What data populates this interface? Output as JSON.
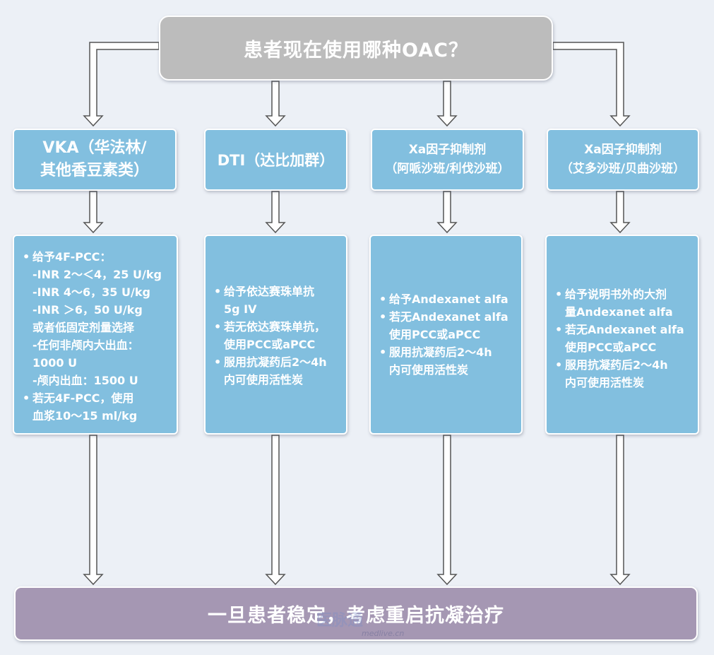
{
  "question": "患者现在使用哪种OAC？",
  "columns": [
    {
      "header_lines": [
        "VKA（华法林/",
        "其他香豆素类）"
      ],
      "items": [
        {
          "text": "给予4F-PCC：",
          "bullet": true
        },
        {
          "text": "-INR 2～＜4，25 U/kg",
          "bullet": false
        },
        {
          "text": "-INR 4～6，35 U/kg",
          "bullet": false
        },
        {
          "text": "-INR ＞6，50 U/kg",
          "bullet": false
        },
        {
          "text": "或者低固定剂量选择",
          "bullet": false
        },
        {
          "text": "-任何非颅内大出血：",
          "bullet": false
        },
        {
          "text": "1000 U",
          "bullet": false
        },
        {
          "text": "-颅内出血：1500 U",
          "bullet": false
        },
        {
          "text": "若无4F-PCC，使用",
          "bullet": true
        },
        {
          "text": "血浆10～15 ml/kg",
          "bullet": false
        }
      ]
    },
    {
      "header_lines": [
        "DTI（达比加群）"
      ],
      "items": [
        {
          "text": "给予依达赛珠单抗",
          "bullet": true
        },
        {
          "text": "5g IV",
          "bullet": false
        },
        {
          "text": "若无依达赛珠单抗，",
          "bullet": true
        },
        {
          "text": "使用PCC或aPCC",
          "bullet": false
        },
        {
          "text": "服用抗凝药后2～4h",
          "bullet": true
        },
        {
          "text": "内可使用活性炭",
          "bullet": false
        }
      ]
    },
    {
      "header_lines": [
        "Xa因子抑制剂",
        "（阿哌沙班/利伐沙班）"
      ],
      "items": [
        {
          "text": "给予Andexanet alfa",
          "bullet": true
        },
        {
          "text": "若无Andexanet alfa",
          "bullet": true
        },
        {
          "text": "使用PCC或aPCC",
          "bullet": false
        },
        {
          "text": "服用抗凝药后2～4h",
          "bullet": true
        },
        {
          "text": "内可使用活性炭",
          "bullet": false
        }
      ]
    },
    {
      "header_lines": [
        "Xa因子抑制剂",
        "（艾多沙班/贝曲沙班）"
      ],
      "items": [
        {
          "text": "给予说明书外的大剂",
          "bullet": true
        },
        {
          "text": "量Andexanet alfa",
          "bullet": false
        },
        {
          "text": "若无Andexanet alfa",
          "bullet": true
        },
        {
          "text": "使用PCC或aPCC",
          "bullet": false
        },
        {
          "text": "服用抗凝药后2～4h",
          "bullet": true
        },
        {
          "text": "内可使用活性炭",
          "bullet": false
        }
      ]
    }
  ],
  "conclusion": "一旦患者稳定，考虑重启抗凝治疗",
  "watermark": {
    "logo": "医脉通",
    "site": "medlive.cn"
  },
  "colors": {
    "background": "#ecf0f6",
    "question_box": "#bcbcbc",
    "column_boxes": "#82bfdf",
    "conclusion_box": "#a597b3",
    "arrow_fill": "#ffffff",
    "arrow_stroke": "#555555"
  }
}
